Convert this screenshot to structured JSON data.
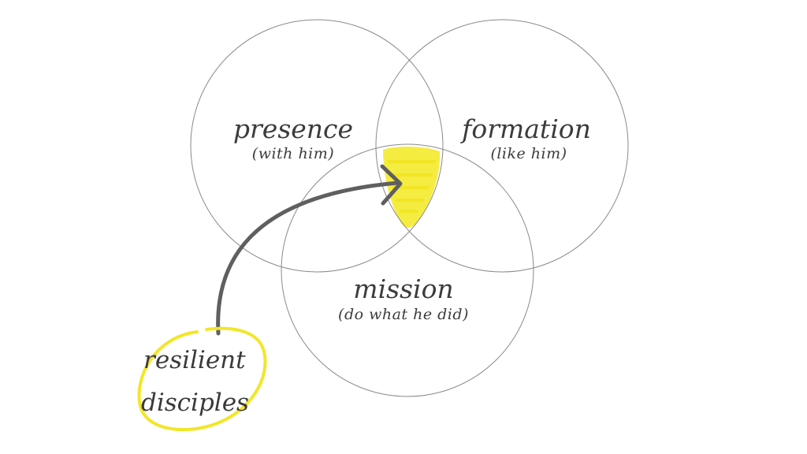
{
  "circles": [
    {
      "id": "presence",
      "title": "presence",
      "subtitle": "(with him)"
    },
    {
      "id": "formation",
      "title": "formation",
      "subtitle": "(like him)"
    },
    {
      "id": "mission",
      "title": "mission",
      "subtitle": "(do what he did)"
    }
  ],
  "annotation": {
    "line1": "resilient",
    "line2": "disciples"
  },
  "colors": {
    "circle_stroke": "#8a8a8a",
    "highlight": "#f4ea2e",
    "arrow": "#5f5f5f",
    "text": "#3c3c3c"
  }
}
